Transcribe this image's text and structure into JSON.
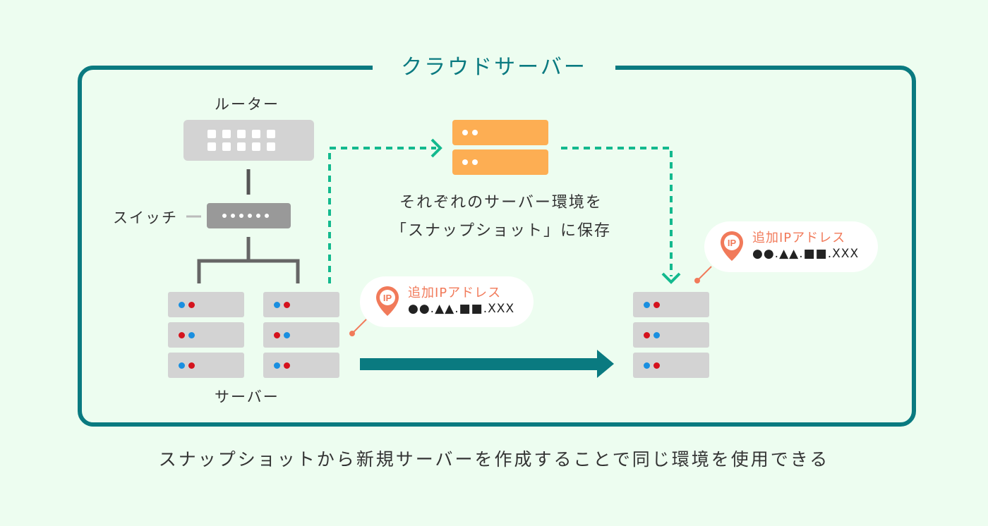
{
  "diagram": {
    "cloud_title": "クラウドサーバー",
    "router_label": "ルーター",
    "switch_label": "スイッチ",
    "server_label": "サーバー",
    "snapshot_caption_line1": "それぞれのサーバー環境を",
    "snapshot_caption_line2": "「スナップショット」に保存",
    "bubble_left": {
      "title": "追加IPアドレス",
      "address": "●●.▲▲.■■.XXX"
    },
    "bubble_right": {
      "title": "追加IPアドレス",
      "address": "●●.▲▲.■■.XXX"
    },
    "bottom_caption": "スナップショットから新規サーバーを作成することで同じ環境を使用できる"
  },
  "colors": {
    "background": "#edfdf0",
    "frame": "#0a7a80",
    "dashed_arrow": "#13b98e",
    "snapshot": "#fdae53",
    "ip_accent": "#f17a5a",
    "server_gray": "#d3d3d3",
    "led_blue": "#1a8fe0",
    "led_red": "#d4131d"
  }
}
